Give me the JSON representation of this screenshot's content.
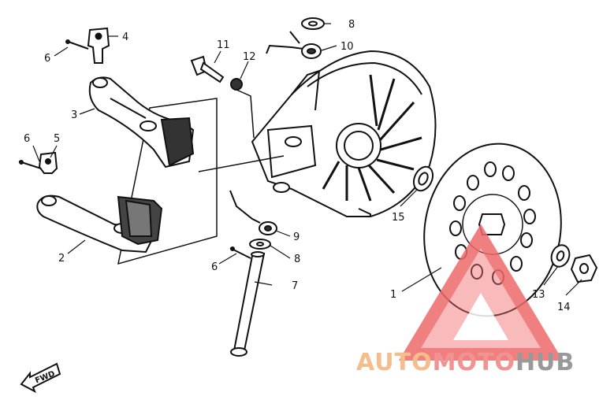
{
  "callouts": {
    "c1": "1",
    "c2": "2",
    "c3": "3",
    "c4": "4",
    "c5": "5",
    "c6a": "6",
    "c6b": "6",
    "c6c": "6",
    "c7": "7",
    "c8a": "8",
    "c8b": "8",
    "c9": "9",
    "c10": "10",
    "c11": "11",
    "c12": "12",
    "c13": "13",
    "c14": "14",
    "c15": "15"
  },
  "fwd_label": "FWD",
  "watermark": {
    "auto": "AUTO",
    "moto": "MOTO",
    "hub": "HUB",
    "auto_color": "#f3b27a",
    "moto_color": "#f07f7f",
    "hub_color": "#888888",
    "triangle_color": "#ee6b6b"
  }
}
